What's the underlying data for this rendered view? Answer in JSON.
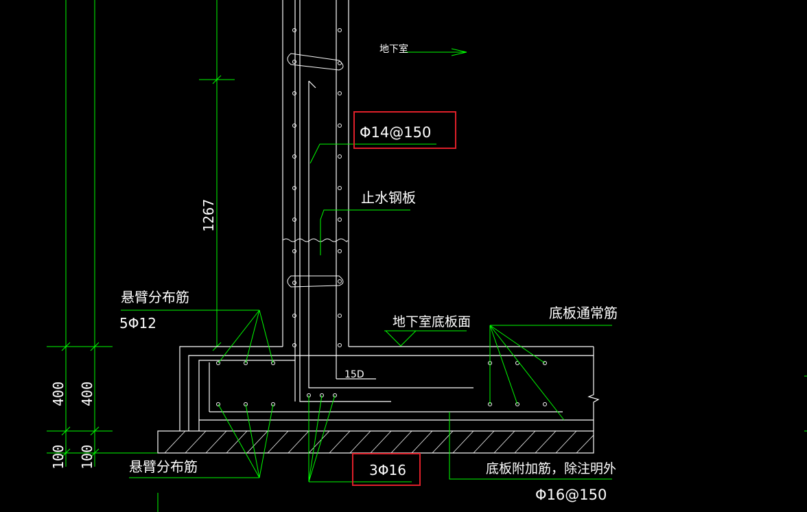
{
  "labels": {
    "basement": "地下室",
    "wall_rebar": "Φ14@150",
    "waterstop": "止水钢板",
    "cantilever_top": "悬臂分布筋",
    "cantilever_top_count": "5Φ12",
    "slab_top_level": "地下室底板面",
    "slab_normal_rebar": "底板通常筋",
    "anchor_length": "15D",
    "cantilever_bottom": "悬臂分布筋",
    "bottom_bars": "3Φ16",
    "slab_additional": "底板附加筋，除注明外",
    "slab_additional_spec": "Φ16@150"
  },
  "dimensions": {
    "wall_height": "1267",
    "slab_thickness_outer": "400",
    "slab_thickness_inner": "400",
    "cushion_outer": "100",
    "cushion_inner": "100"
  },
  "colors": {
    "background": "#000000",
    "line_white": "#ffffff",
    "line_green": "#00ff00",
    "highlight_red": "#e0202a"
  }
}
